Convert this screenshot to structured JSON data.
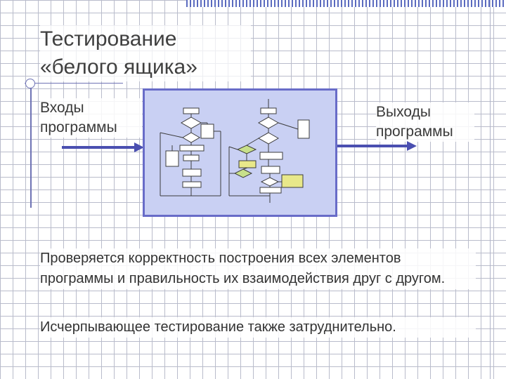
{
  "slide": {
    "title_line1": "Тестирование",
    "title_line2": "«белого ящика»",
    "inputs_label_line1": "Входы",
    "inputs_label_line2": "программы",
    "outputs_label_line1": "Выходы",
    "outputs_label_line2": "программы",
    "paragraph1": "Проверяется корректность построения всех элементов программы и правильность их взаимодействия друг с другом.",
    "paragraph2": "Исчерпывающее тестирование также затруднительно."
  },
  "colors": {
    "box_fill": "#c9d0f3",
    "box_border": "#686cc8",
    "arrow": "#4a4fb0",
    "grid": "#b9bccb"
  }
}
